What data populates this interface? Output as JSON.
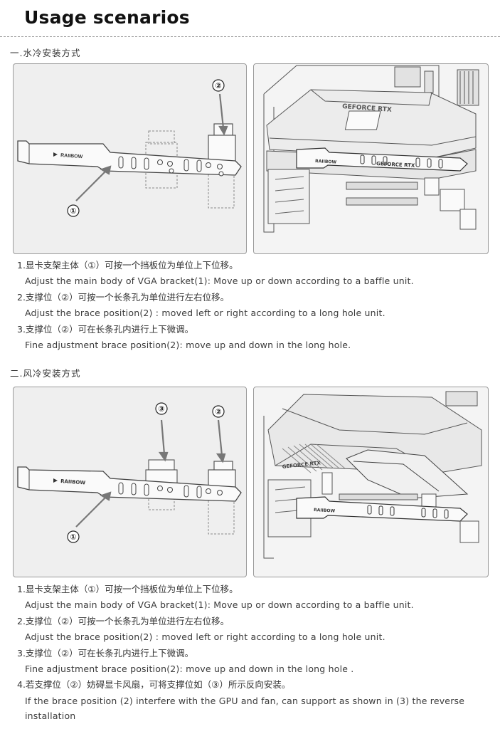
{
  "title": "Usage scenarios",
  "sections": [
    {
      "heading": "一.水冷安装方式",
      "diagram_labels": {
        "brace": "②",
        "body": "①"
      },
      "photo_labels": {
        "card": "GEFORCE RTX",
        "card2": "GEFORCE RTX",
        "brand": "RAIIBOW"
      },
      "items": [
        {
          "zh": "1.显卡支架主体（①）可按一个挡板位为单位上下位移。",
          "en": "Adjust the main body of VGA bracket(1): Move up or down according to a baffle unit."
        },
        {
          "zh": "2.支撑位（②）可按一个长条孔为单位进行左右位移。",
          "en": "Adjust the brace position(2) : moved left or right according to a long hole unit."
        },
        {
          "zh": "3.支撑位（②）可在长条孔内进行上下微调。",
          "en": "Fine adjustment brace position(2): move up and down in the long hole."
        }
      ]
    },
    {
      "heading": "二.风冷安装方式",
      "diagram_labels": {
        "reverse": "③",
        "brace": "②",
        "body": "①"
      },
      "photo_labels": {
        "card": "GEFORCE RTX",
        "brand": "RAIIBOW"
      },
      "items": [
        {
          "zh": "1.显卡支架主体（①）可按一个挡板位为单位上下位移。",
          "en": "Adjust the main body of VGA bracket(1): Move up or down according to a baffle unit."
        },
        {
          "zh": "2.支撑位（②）可按一个长条孔为单位进行左右位移。",
          "en": "Adjust the brace position(2) : moved left or right according to a long hole unit."
        },
        {
          "zh": "3.支撑位（②）可在长条孔内进行上下微调。",
          "en": "Fine adjustment brace position(2): move up and down in the long hole ."
        },
        {
          "zh": "4.若支撑位（②）妨碍显卡风扇，可将支撑位如（③）所示反向安装。",
          "en": "If the brace position (2) interfere with the GPU and fan, can support as shown in (3) the reverse installation"
        }
      ]
    }
  ],
  "brand_text": "RAIIBOW"
}
